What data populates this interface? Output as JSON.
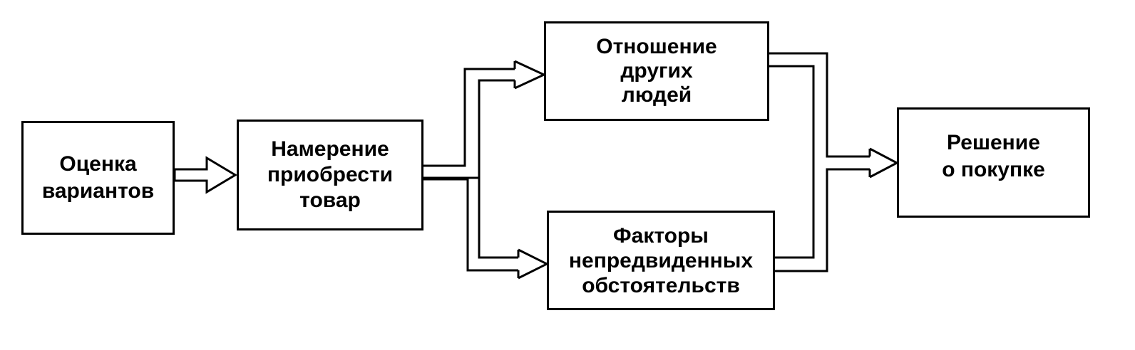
{
  "diagram": {
    "boxes": {
      "evaluate": "Оценка\nвариантов",
      "intention": "Намерение\nприобрести\nтовар",
      "attitude": "Отношение\nдругих\nлюдей",
      "factors": "Факторы\nнепредвиденных\nобстоятельств",
      "decision": "Решение\nо покупке"
    },
    "colors": {
      "line": "#000000",
      "background": "#ffffff"
    }
  }
}
